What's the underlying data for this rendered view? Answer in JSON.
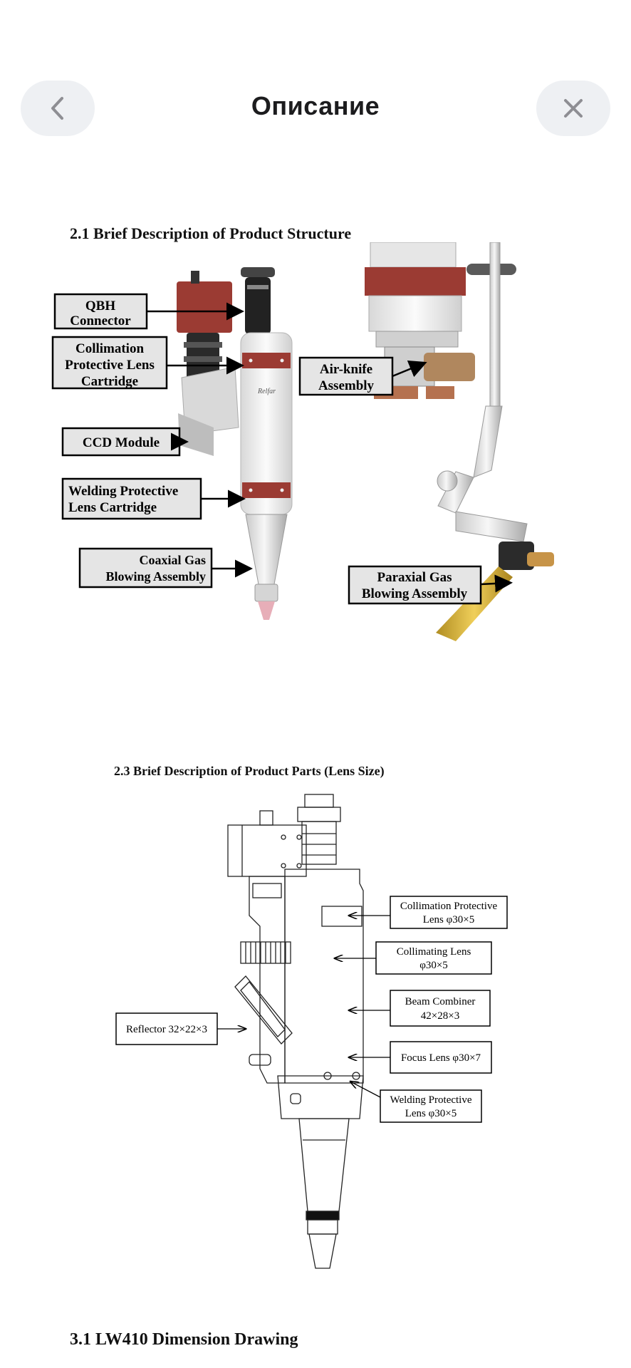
{
  "header": {
    "title": "Описание",
    "back_icon": "chevron-left-icon",
    "close_icon": "close-icon"
  },
  "sections": [
    {
      "title": "2.1 Brief Description of Product Structure"
    },
    {
      "title": "2.3 Brief Description of Product Parts (Lens Size)"
    },
    {
      "title": "3.1 LW410 Dimension Drawing"
    }
  ],
  "figure1": {
    "brand": "Relfar",
    "labels": {
      "qbh": [
        "QBH",
        "Connector"
      ],
      "collimation": [
        "Collimation",
        "Protective Lens",
        "Cartridge"
      ],
      "ccd": "CCD Module",
      "welding": [
        "Welding Protective",
        "Lens Cartridge"
      ],
      "coaxial": [
        "Coaxial Gas",
        "Blowing Assembly"
      ],
      "airknife": [
        "Air-knife",
        "Assembly"
      ],
      "paraxial": [
        "Paraxial Gas",
        "Blowing Assembly"
      ]
    }
  },
  "figure2": {
    "labels": {
      "collimation_protective": [
        "Collimation Protective",
        "Lens φ30×5"
      ],
      "collimating": [
        "Collimating Lens",
        "φ30×5"
      ],
      "beam_combiner": [
        "Beam Combiner",
        "42×28×3"
      ],
      "focus": "Focus Lens φ30×7",
      "welding_protective": [
        "Welding Protective",
        "Lens φ30×5"
      ],
      "reflector": "Reflector 32×22×3"
    }
  }
}
